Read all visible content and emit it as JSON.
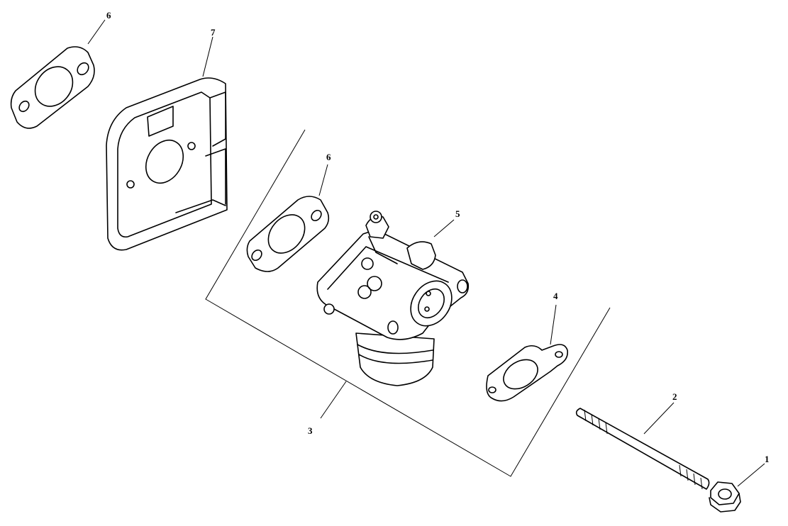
{
  "diagram": {
    "callouts": [
      {
        "id": "c6a",
        "label": "6"
      },
      {
        "id": "c7",
        "label": "7"
      },
      {
        "id": "c6b",
        "label": "6"
      },
      {
        "id": "c5",
        "label": "5"
      },
      {
        "id": "c4",
        "label": "4"
      },
      {
        "id": "c3",
        "label": "3"
      },
      {
        "id": "c2",
        "label": "2"
      },
      {
        "id": "c1",
        "label": "1"
      }
    ]
  }
}
